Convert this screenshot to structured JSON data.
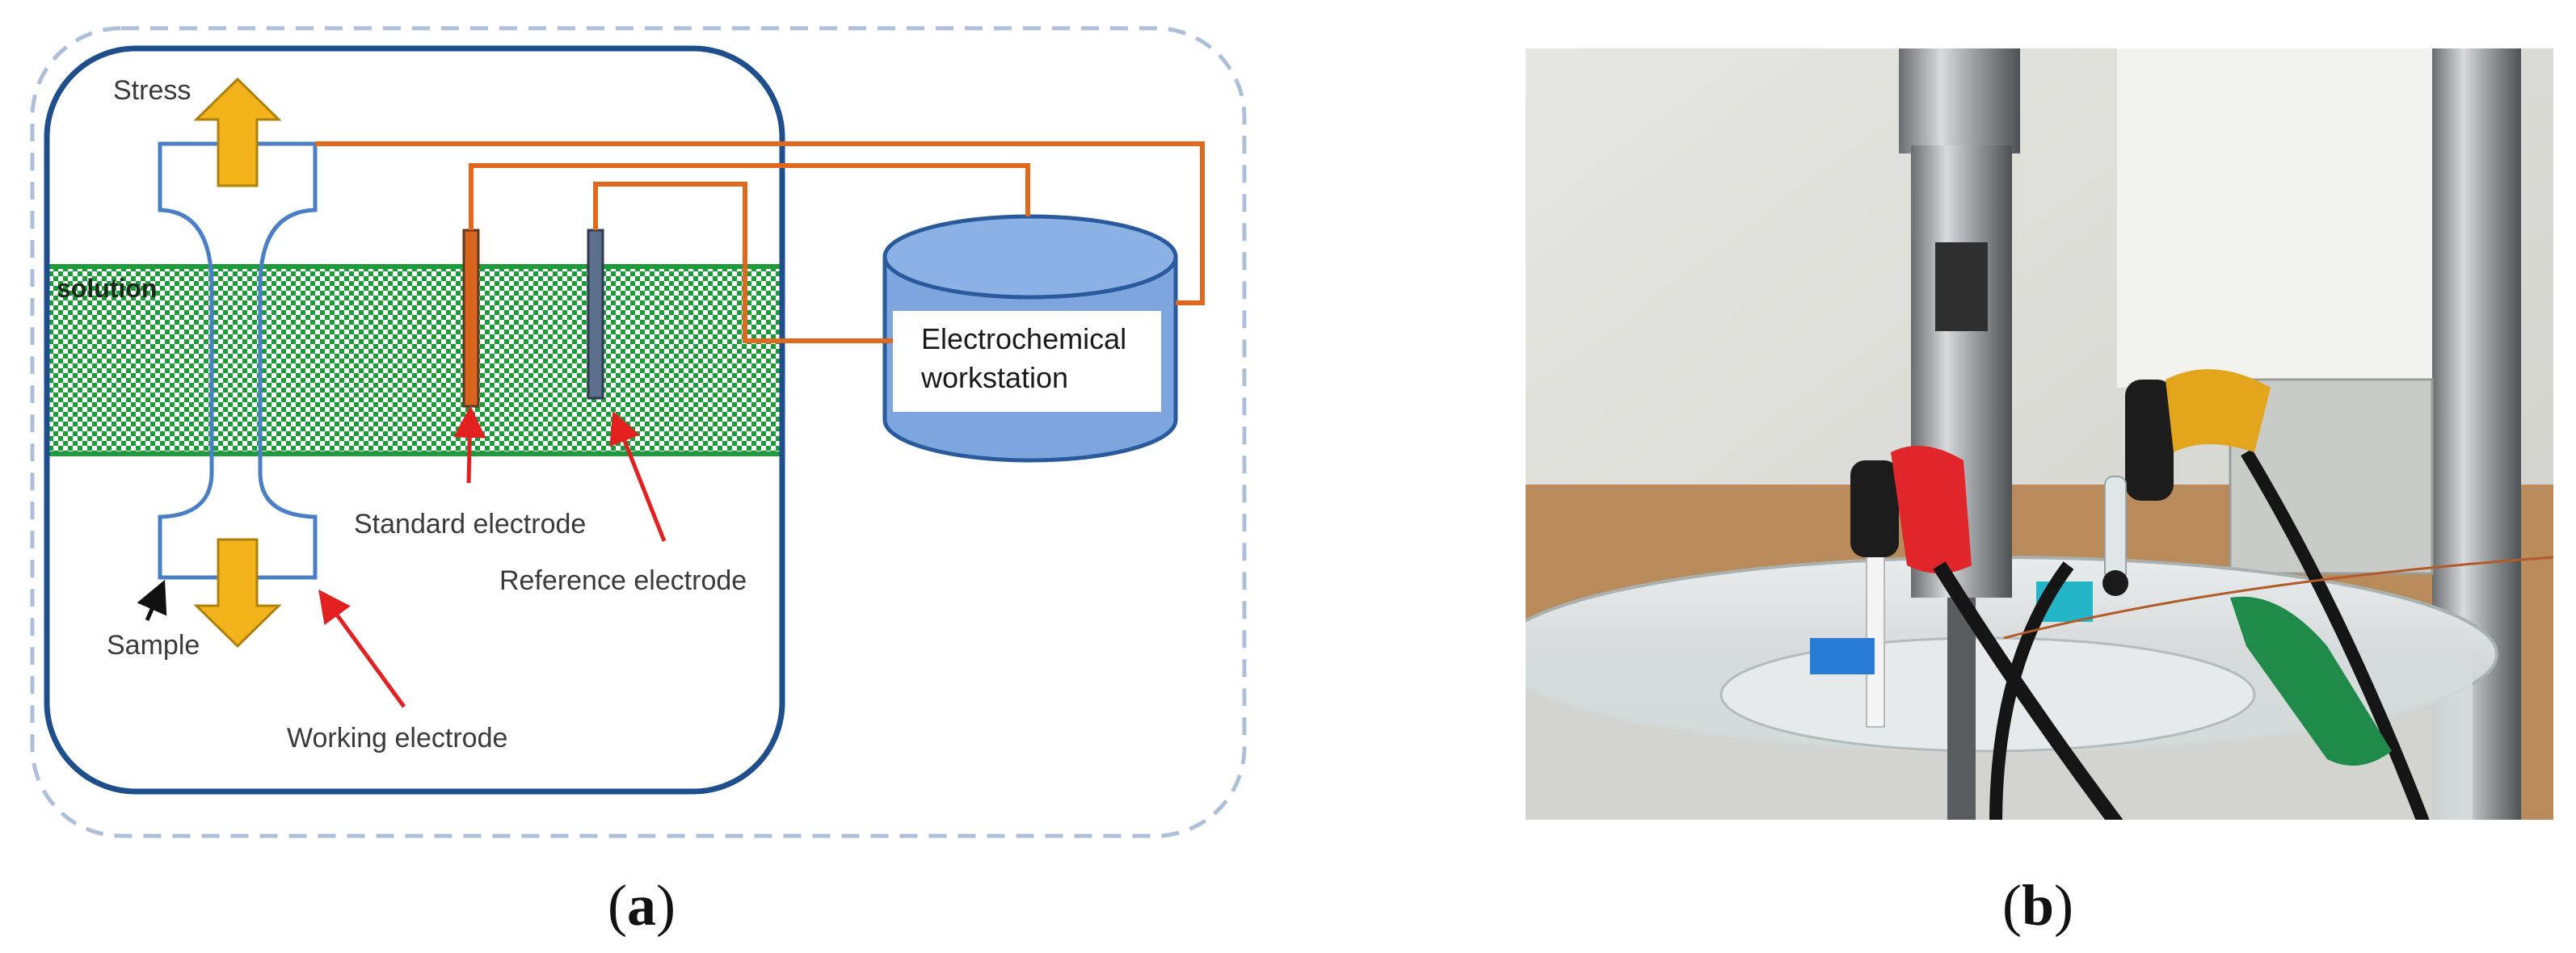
{
  "panel_a": {
    "labels": {
      "stress": "Stress",
      "solution": "solution",
      "workstation_line1": "Electrochemical",
      "workstation_line2": "workstation",
      "standard_electrode": "Standard electrode",
      "reference_electrode": "Reference electrode",
      "sample": "Sample",
      "working_electrode": "Working electrode"
    },
    "caption_letter": "a"
  },
  "panel_b": {
    "caption_letter": "b"
  },
  "colors": {
    "frame_blue": "#1f4e8c",
    "outline_blue": "#4a7fc6",
    "dashed_border": "#aebfd9",
    "solution_green": "#1d9a3a",
    "wire_orange": "#e0691e",
    "arrow_yellow": "#f2b41a",
    "pointer_red": "#e32020",
    "workstation_fill": "#7ea6de",
    "electrode_orange": "#d9641f",
    "electrode_gray": "#5c6f8c"
  }
}
